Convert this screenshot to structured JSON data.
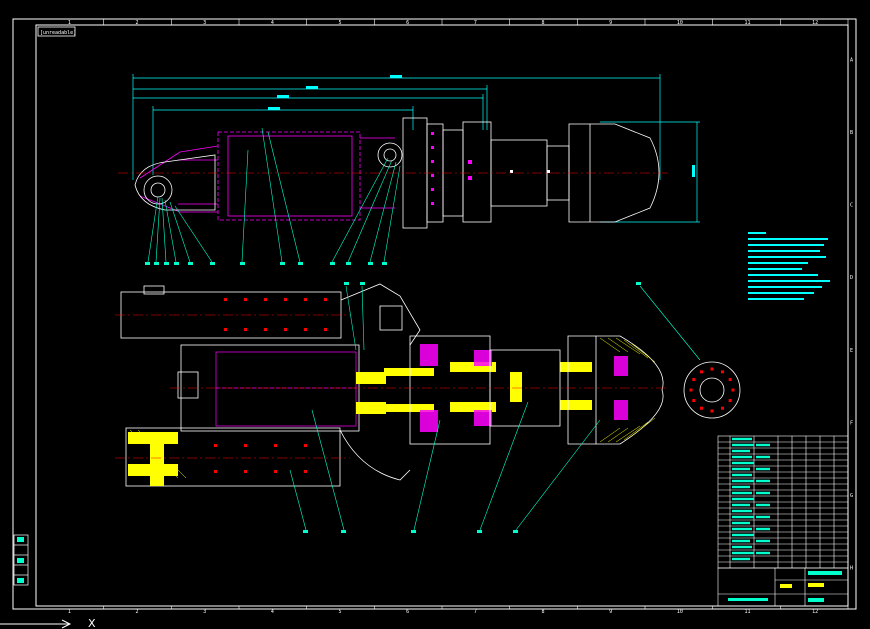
{
  "drawing": {
    "frame_stamp": "[unreadable]",
    "axis_label": "X",
    "column_numbers": [
      "1",
      "2",
      "3",
      "4",
      "5",
      "6",
      "7",
      "8",
      "9",
      "10",
      "11",
      "12"
    ],
    "row_letters": [
      "A",
      "B",
      "C",
      "D",
      "E",
      "F",
      "G",
      "H"
    ]
  },
  "colors": {
    "frame": "#ffffff",
    "dimension": "#00ffff",
    "section": "#ff00ff",
    "hatch": "#ffff00",
    "centerline": "#ff0000",
    "leader": "#00ffcc",
    "background": "#000000"
  }
}
